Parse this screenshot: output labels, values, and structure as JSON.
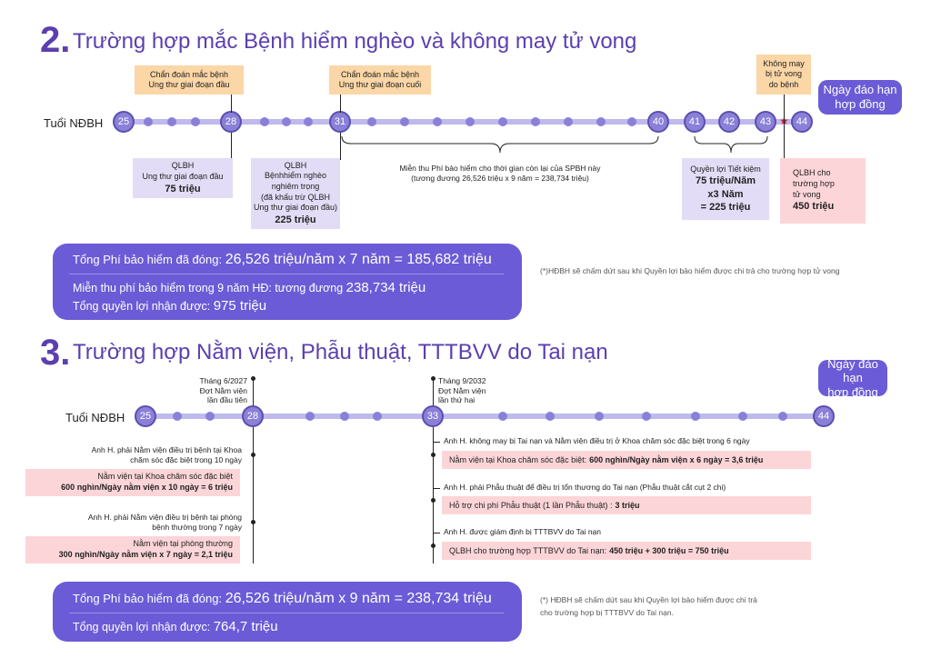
{
  "s2": {
    "num": "2.",
    "title": "Trường hợp mắc Bệnh hiểm nghèo và không may tử vong",
    "age_label": "Tuổi NĐBH",
    "ages": [
      "25",
      "28",
      "31",
      "40",
      "41",
      "42",
      "43",
      "44"
    ],
    "cap1": [
      "Chẩn đoán mắc bệnh",
      "Ung thư giai đoạn đầu"
    ],
    "cap2": [
      "Chẩn đoán mắc bệnh",
      "Ung thư giai đoạn cuối"
    ],
    "cap3": [
      "Không may",
      "bị tử vong",
      "do bệnh"
    ],
    "bubble": [
      "Ngày đáo hạn",
      "hợp đồng"
    ],
    "box1": [
      "QLBH",
      "Ung thư giai đoạn đầu",
      "75 triệu"
    ],
    "box2": [
      "QLBH",
      "Bệnhhiểm nghèo",
      "nghiêm trọng",
      "(đã khấu trừ QLBH",
      "Ung thư giai đoạn đầu)",
      "225 triệu"
    ],
    "waiver": [
      "Miễn thu Phí bảo hiểm cho thời gian còn lại của SPBH này",
      "(tương đương 26,526 triệu x 9 năm = 238,734 triệu)"
    ],
    "box3": [
      "Quyền lợi Tiết kiệm",
      "75 triệu/Năm",
      "x3 Năm",
      "= 225 triệu"
    ],
    "box4": [
      "QLBH cho",
      "trường hợp",
      "tử vong",
      "450 triệu"
    ],
    "sum_line1_a": "Tổng Phí bảo hiểm đã đóng: ",
    "sum_line1_b": "26,526 triệu/năm x 7 năm = 185,682 triệu",
    "sum_line2_a": "Miễn thu phí bảo hiểm trong 9 năm HĐ: tương đương ",
    "sum_line2_b": "238,734 triệu",
    "sum_line3_a": "Tổng quyền lợi nhận được: ",
    "sum_line3_b": "975 triệu",
    "note": "(*)HĐBH sẽ chấm dứt sau khi Quyền lợi bảo hiểm được chi trả cho trường hợp tử vong"
  },
  "s3": {
    "num": "3.",
    "title": "Trường hợp Nằm viện, Phẫu thuật, TTTBVV do Tai nạn",
    "age_label": "Tuổi NĐBH",
    "ages": [
      "25",
      "28",
      "33",
      "44"
    ],
    "bubble": [
      "Ngày đáo hạn",
      "hợp đồng"
    ],
    "ev1": [
      "Tháng 6/2027",
      "Đợt Nằm viện",
      "lần đầu tiên"
    ],
    "ev2": [
      "Tháng 9/2032",
      "Đợt Nằm viện",
      "lần thứ hai"
    ],
    "left1": [
      "Anh H. phải Nằm viện điều trị bệnh tại Khoa",
      "chăm sóc đặc biệt trong 10 ngày"
    ],
    "lbox1": [
      "Nằm viện tại Khoa chăm sóc đặc biệt",
      "600 nghìn/Ngày nằm viện x 10 ngày = 6 triệu"
    ],
    "left2": [
      "Anh H. phải Nằm viện điều trị bệnh tại phòng",
      "bệnh thường trong 7 ngày"
    ],
    "lbox2": [
      "Nằm viện tại phòng thường",
      "300 nghìn/Ngày nằm viện x 7 ngày = 2,1 triệu"
    ],
    "r1": "Anh H. không may bị Tai nạn và Nằm viện điều trị ở Khoa chăm sóc đặc biệt trong 6 ngày",
    "r1box_a": "Nằm viện tại Khoa chăm sóc đặc biệt: ",
    "r1box_b": "600 nghìn/Ngày nằm viện x 6 ngày = 3,6 triệu",
    "r2": "Anh H. phải Phẫu thuật để điều trị tổn thương do Tai nạn (Phẫu thuật cắt cụt 2 chi)",
    "r2box_a": "Hỗ trợ chi phí Phẫu thuật (1 lần Phẫu thuật) : ",
    "r2box_b": "3 triệu",
    "r3": "Anh H. được giám định bị TTTBVV do Tai nạn",
    "r3box_a": "QLBH cho trường hợp TTTBVV do Tai nạn: ",
    "r3box_b": "450 triệu + 300 triệu = 750 triệu",
    "sum_line1_a": "Tổng Phí bảo hiểm đã đóng: ",
    "sum_line1_b": "26,526 triệu/năm x 9 năm = 238,734 triệu",
    "sum_line2_a": "Tổng quyền lợi nhận được: ",
    "sum_line2_b": "764,7 triệu",
    "note": [
      "(*) HĐBH sẽ chấm dứt sau khi Quyền lợi bảo hiểm được chi trả",
      "cho trường hợp bị TTTBVV do Tai nạn."
    ]
  }
}
